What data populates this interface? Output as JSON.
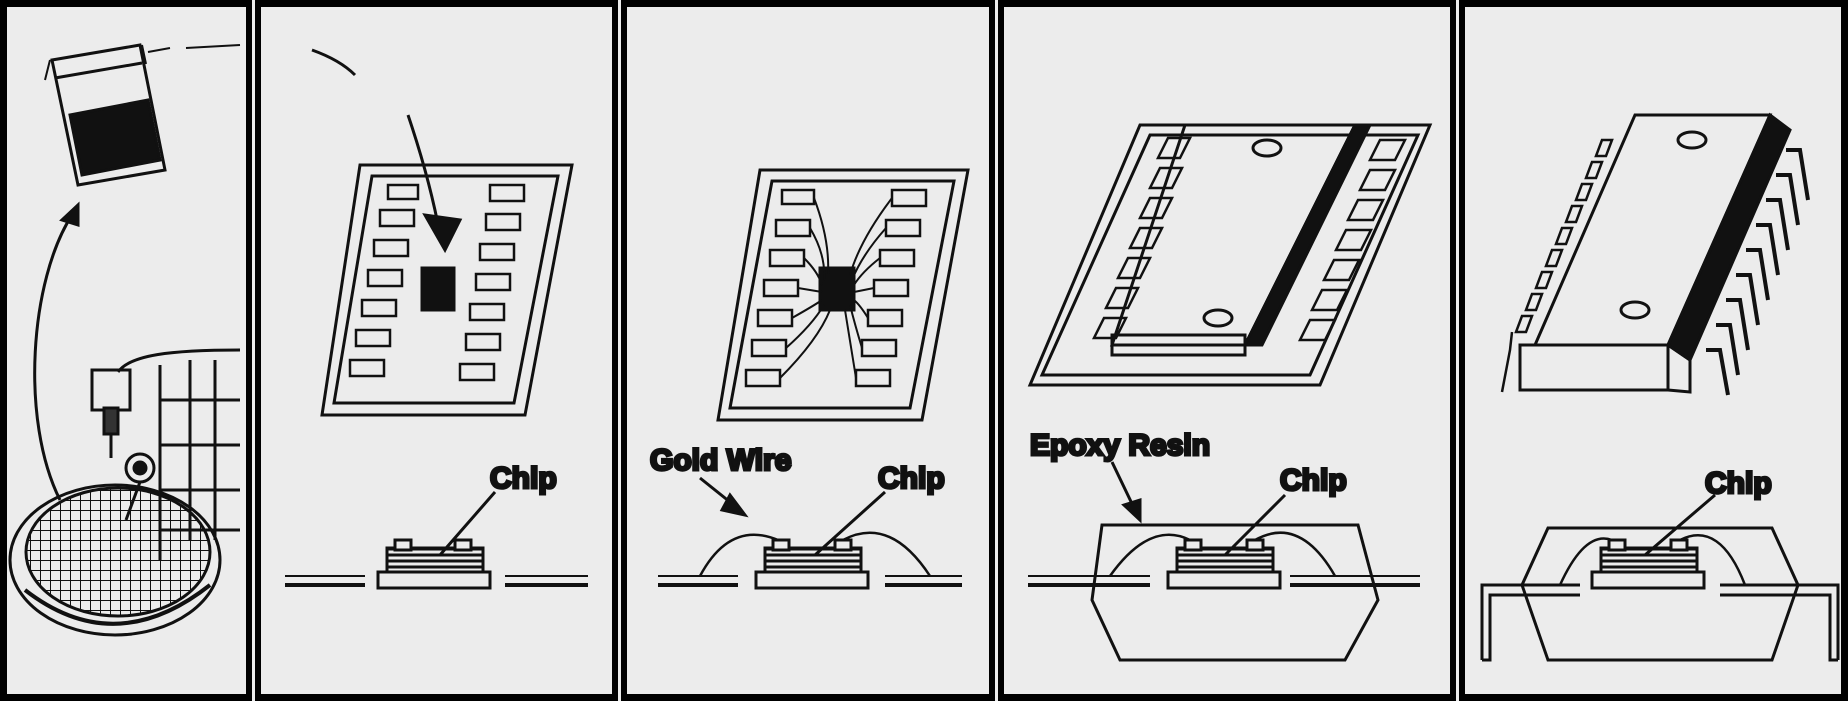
{
  "figure": {
    "panel_count": 5,
    "background_color": "#ececec",
    "ink_color": "#111111"
  },
  "panels": [
    {
      "name": "wafer-dicing",
      "labels": {}
    },
    {
      "name": "die-attach",
      "labels": {
        "chip": "Chip"
      }
    },
    {
      "name": "wire-bonding",
      "labels": {
        "gold_wire": "Gold Wire",
        "chip": "Chip"
      }
    },
    {
      "name": "encapsulation",
      "labels": {
        "epoxy_resin": "Epoxy Resin",
        "chip": "Chip"
      }
    },
    {
      "name": "trim-and-form",
      "labels": {
        "chip": "Chip"
      }
    }
  ]
}
